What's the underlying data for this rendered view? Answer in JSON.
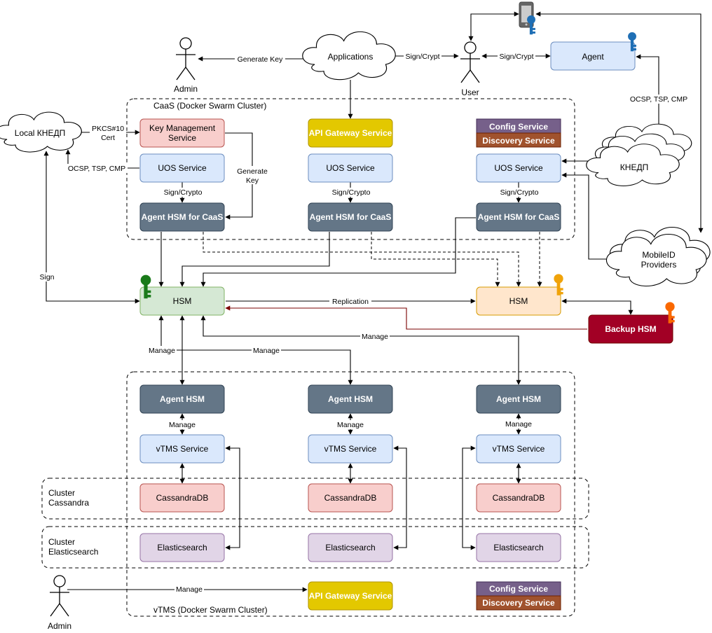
{
  "containers": {
    "caas": "CaaS (Docker Swarm Cluster)",
    "vtms": "vTMS (Docker Swarm Cluster)",
    "cluster_cassandra": [
      "Cluster",
      "Cassandra"
    ],
    "cluster_elastic": [
      "Cluster",
      "Elasticsearch"
    ]
  },
  "actors": {
    "admin_top": "Admin",
    "user": "User",
    "admin_bottom": "Admin"
  },
  "clouds": {
    "applications": "Applications",
    "local_knedp": "Local КНЕДП",
    "knedp": "КНЕДП",
    "mobileid": [
      "MobileID",
      "Providers"
    ]
  },
  "boxes": {
    "agent": "Agent",
    "key_management": [
      "Key Management",
      "Service"
    ],
    "api_gateway_caas": "API Gateway Service",
    "config_service_caas": "Config Service",
    "discovery_service_caas": "Discovery Service",
    "uos_1": "UOS Service",
    "uos_2": "UOS Service",
    "uos_3": "UOS Service",
    "agent_hsm_caas_1": "Agent HSM for CaaS",
    "agent_hsm_caas_2": "Agent HSM for CaaS",
    "agent_hsm_caas_3": "Agent HSM for CaaS",
    "hsm_primary": "HSM",
    "hsm_secondary": "HSM",
    "backup_hsm": "Backup HSM",
    "agent_hsm_1": "Agent HSM",
    "agent_hsm_2": "Agent HSM",
    "agent_hsm_3": "Agent HSM",
    "vtms_1": "vTMS Service",
    "vtms_2": "vTMS Service",
    "vtms_3": "vTMS Service",
    "cassandra_1": "CassandraDB",
    "cassandra_2": "CassandraDB",
    "cassandra_3": "CassandraDB",
    "elastic_1": "Elasticsearch",
    "elastic_2": "Elasticsearch",
    "elastic_3": "Elasticsearch",
    "api_gateway_vtms": "API Gateway Service",
    "config_service_vtms": "Config Service",
    "discovery_service_vtms": "Discovery Service"
  },
  "edge_labels": {
    "generate_key": "Generate Key",
    "sign_crypt_1": "Sign/Crypt",
    "sign_crypt_2": "Sign/Crypt",
    "ocsp_agent": "OCSP, TSP, CMP",
    "pkcs10": [
      "PKCS#10",
      "Cert"
    ],
    "ocsp_local": "OCSP, TSP, CMP",
    "generate_key_2": [
      "Generate",
      "Key"
    ],
    "sign_crypto_1": "Sign/Crypto",
    "sign_crypto_2": "Sign/Crypto",
    "sign_crypto_3": "Sign/Crypto",
    "sign": "Sign",
    "replication": "Replication",
    "manage_1": "Manage",
    "manage_2": "Manage",
    "manage_3": "Manage",
    "manage_v1": "Manage",
    "manage_v2": "Manage",
    "manage_v3": "Manage",
    "manage_admin": "Manage"
  },
  "icons": [
    "person-icon",
    "cloud-icon",
    "key-icon",
    "smartphone-icon"
  ],
  "colors": {
    "blue_fill": "#dae8fc",
    "blue_stroke": "#6c8ebf",
    "red_fill": "#f8cecc",
    "red_stroke": "#b85450",
    "green_fill": "#d5e8d4",
    "green_stroke": "#82b366",
    "orange_fill": "#ffe6cc",
    "orange_stroke": "#d79b00",
    "purple_fill": "#e1d5e7",
    "purple_stroke": "#9673a6",
    "slate": "#647687",
    "yellow": "#e3c800",
    "config": "#76608a",
    "discovery": "#a0522d",
    "backup": "#a20025",
    "key_blue": "#1f6fb5",
    "key_green": "#1a7a1a",
    "key_orange": "#f0a30a",
    "key_red": "#fa6800"
  }
}
